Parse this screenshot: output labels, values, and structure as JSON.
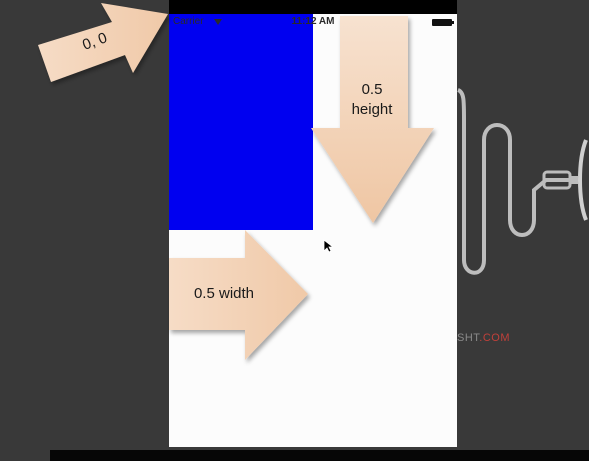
{
  "status_bar": {
    "carrier": "Carrier",
    "time": "11:12 AM"
  },
  "arrows": {
    "origin_label": "0, 0",
    "height_label_line1": "0.5",
    "height_label_line2": "height",
    "width_label": "0.5 width"
  },
  "brand": {
    "text_partial": "SHT",
    "suffix": ".COM"
  },
  "colors": {
    "background": "#393939",
    "phone_screen": "#fcfcfc",
    "blue_view": "#0000f0",
    "arrow_fill": "#f3d2b6"
  },
  "icons": {
    "wifi": "wifi-icon",
    "battery": "battery-icon",
    "cursor": "cursor-icon"
  }
}
